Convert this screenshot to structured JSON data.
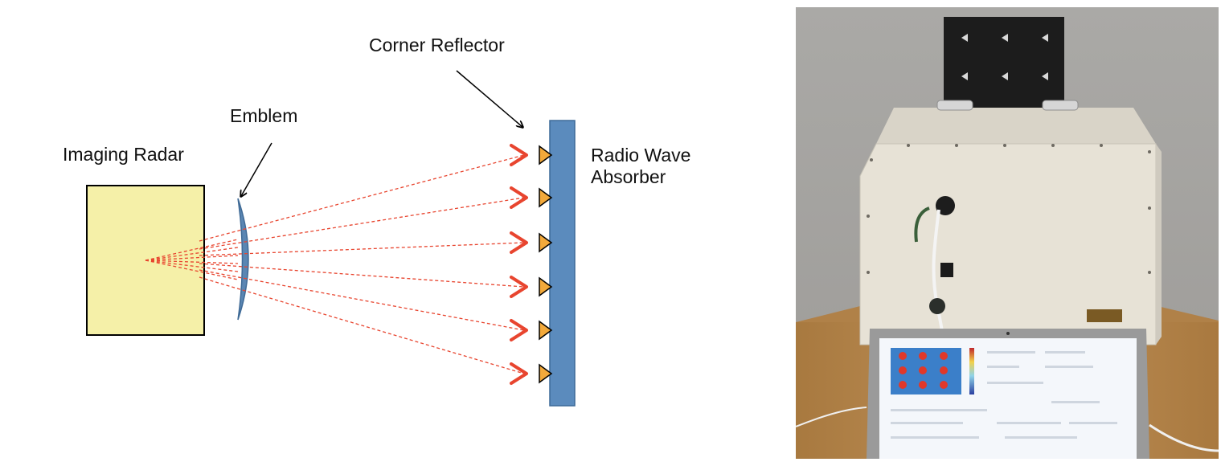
{
  "diagram": {
    "labels": {
      "imaging_radar": "Imaging Radar",
      "emblem": "Emblem",
      "corner_reflector": "Corner Reflector",
      "radio_wave_absorber_line1": "Radio Wave",
      "radio_wave_absorber_line2": "Absorber"
    },
    "reflector_count": 6,
    "colors": {
      "radar_fill": "#f5f0a8",
      "emblem_fill": "#5a86b3",
      "absorber_fill": "#5b8bbd",
      "beam": "#e8452f",
      "arrow": "#e8452f",
      "reflector_fill": "#f2a93b"
    }
  },
  "photo": {
    "subject": "test-fixture-with-laptop",
    "colors": {
      "wall": "#a5a4a1",
      "table": "#b98a4c",
      "box": "#e7e2d6",
      "target_board": "#1c1c1c",
      "laptop_bezel": "#9a9a9a"
    }
  }
}
